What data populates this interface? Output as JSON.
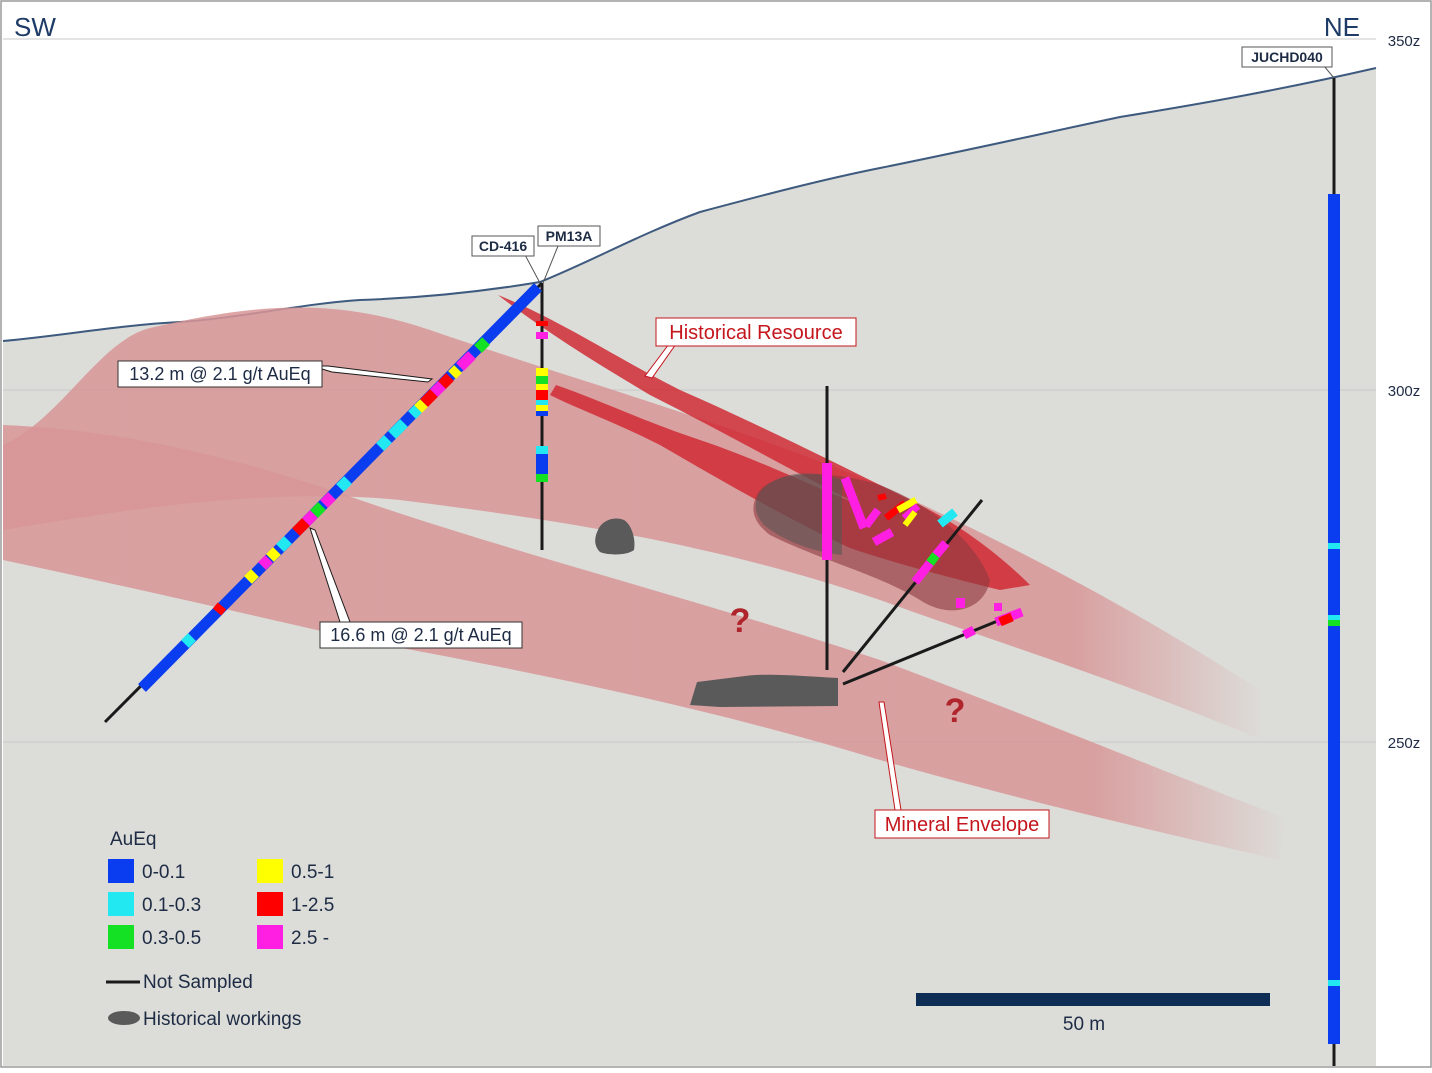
{
  "orientation": {
    "left": "SW",
    "right": "NE"
  },
  "elevations": [
    "350z",
    "300z",
    "250z"
  ],
  "drillholes": {
    "cd416": "CD-416",
    "pm13a": "PM13A",
    "juchd040": "JUCHD040"
  },
  "intercepts": {
    "upper": "13.2 m @ 2.1 g/t AuEq",
    "lower": "16.6 m @ 2.1 g/t AuEq"
  },
  "zones": {
    "historical_resource": "Historical Resource",
    "mineral_envelope": "Mineral Envelope",
    "uncertain_1": "?",
    "uncertain_2": "?"
  },
  "legend": {
    "title": "AuEq",
    "bins": [
      {
        "label": "0-0.1",
        "color": "#0a3cf0"
      },
      {
        "label": "0.1-0.3",
        "color": "#22e8f2"
      },
      {
        "label": "0.3-0.5",
        "color": "#14e024"
      },
      {
        "label": "0.5-1",
        "color": "#ffff00"
      },
      {
        "label": "1-2.5",
        "color": "#ff0000"
      },
      {
        "label": "2.5 -",
        "color": "#ff1fe2"
      }
    ],
    "not_sampled": "Not Sampled",
    "historical_workings": "Historical workings"
  },
  "scale_bar": {
    "label": "50 m"
  },
  "colors": {
    "ground": "#dcdcd8",
    "envelope": "#d89596",
    "resource": "#d02b35",
    "workings": "#5a5a5a",
    "topography": "#3e5a7e",
    "scale_bar": "#0d2d55"
  }
}
